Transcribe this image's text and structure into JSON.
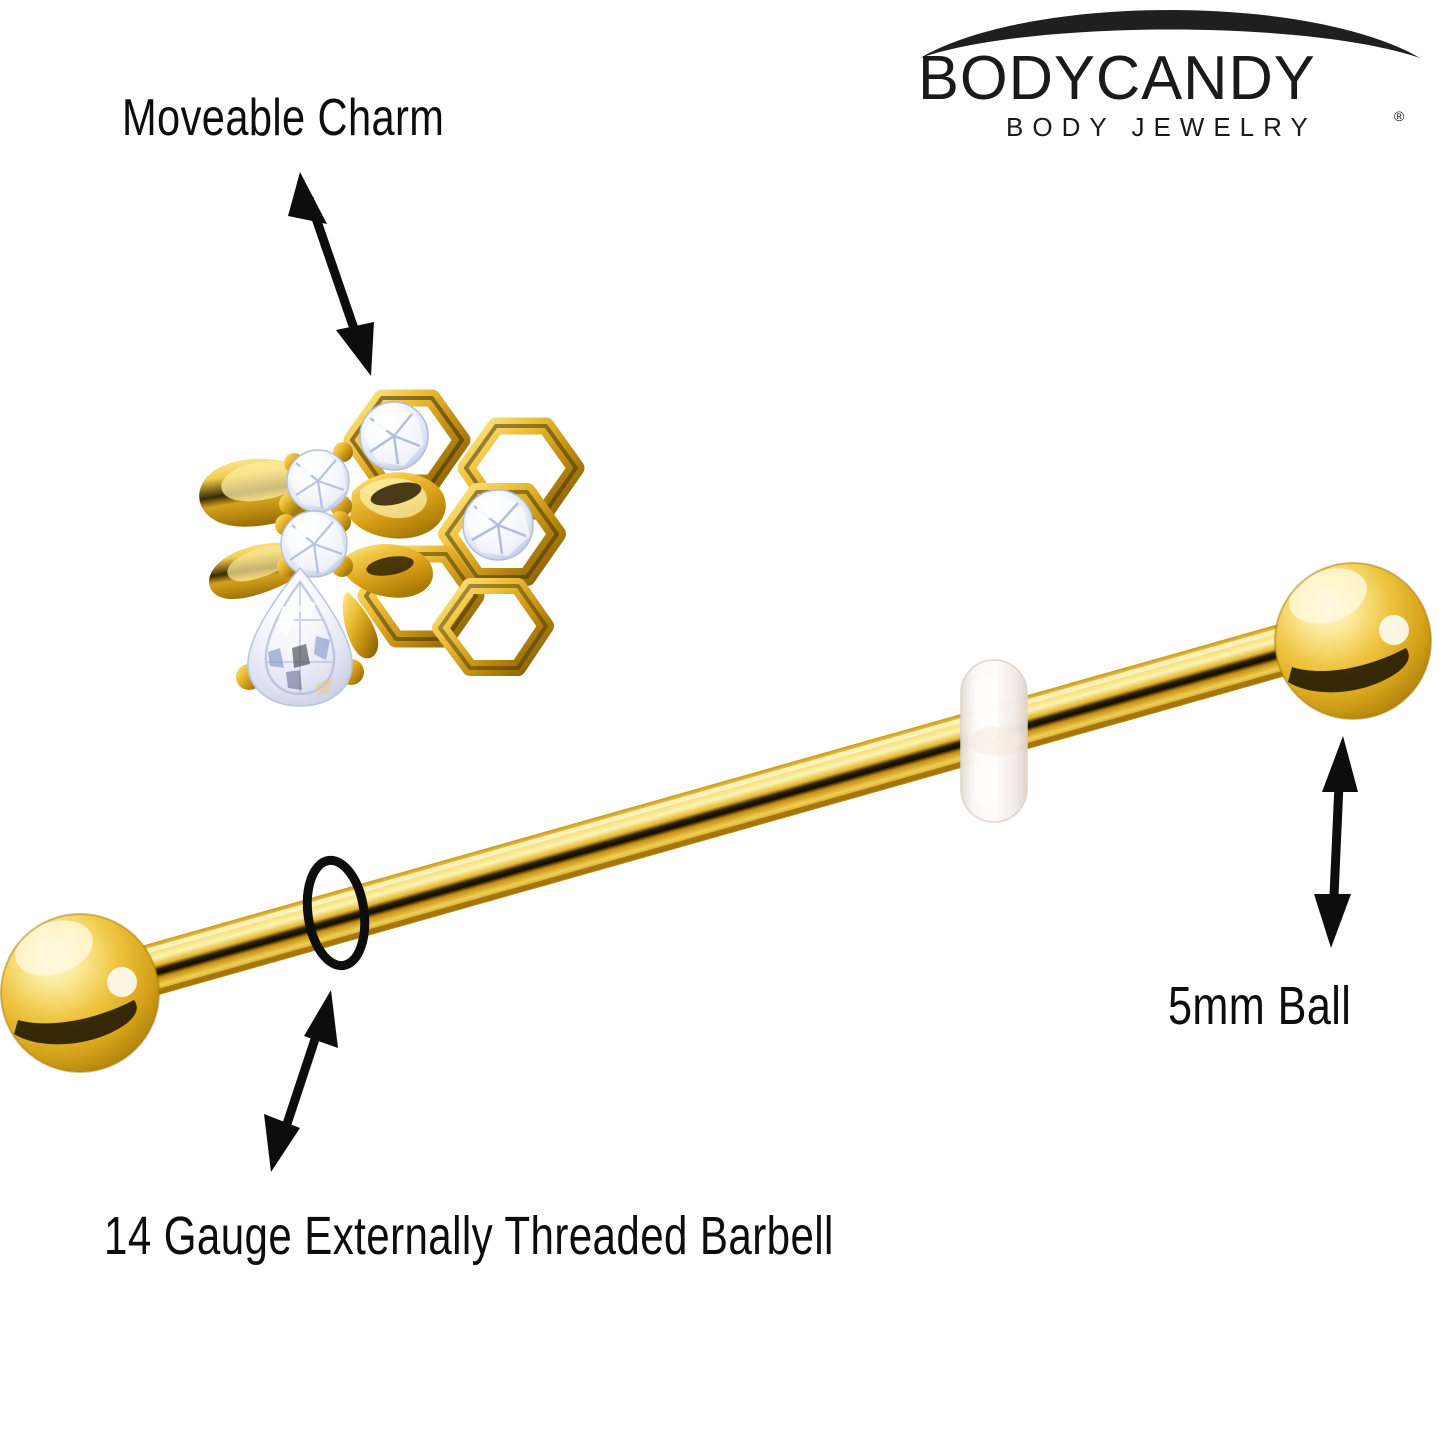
{
  "product": {
    "brand": {
      "wordmark": "BODYCANDY",
      "tagline": "BODY JEWELRY",
      "registered_mark": "®"
    },
    "annotations": [
      {
        "id": "moveable-charm",
        "text": "Moveable Charm",
        "points_to": "bee-honeycomb-charm"
      },
      {
        "id": "five-mm-ball",
        "text": "5mm Ball",
        "points_to": "right-ball"
      },
      {
        "id": "fourteen-gauge",
        "text": "14 Gauge Externally Threaded Barbell",
        "points_to": "threading-circle"
      }
    ],
    "parts": {
      "charm": {
        "name": "bee-honeycomb-charm",
        "gem_count": 5,
        "gem_shapes": [
          "round",
          "round",
          "pear",
          "round",
          "round"
        ]
      },
      "barbell": {
        "name": "industrial-barbell",
        "ball_left": "5mm Ball",
        "ball_right": "5mm Ball",
        "o_ring": "silicone-o-ring"
      }
    }
  },
  "colors": {
    "gold_light": "#fdf0a8",
    "gold_mid": "#e8bc36",
    "gold_deep": "#c48f10",
    "gold_shadow": "#6e4b05",
    "gold_dark_stripe": "#241a02",
    "gem_white": "#fdfdff",
    "gem_blue": "#8fa7d6",
    "oring_white": "#f7f2ef",
    "ink": "#0d0d0d",
    "background": "#ffffff"
  }
}
